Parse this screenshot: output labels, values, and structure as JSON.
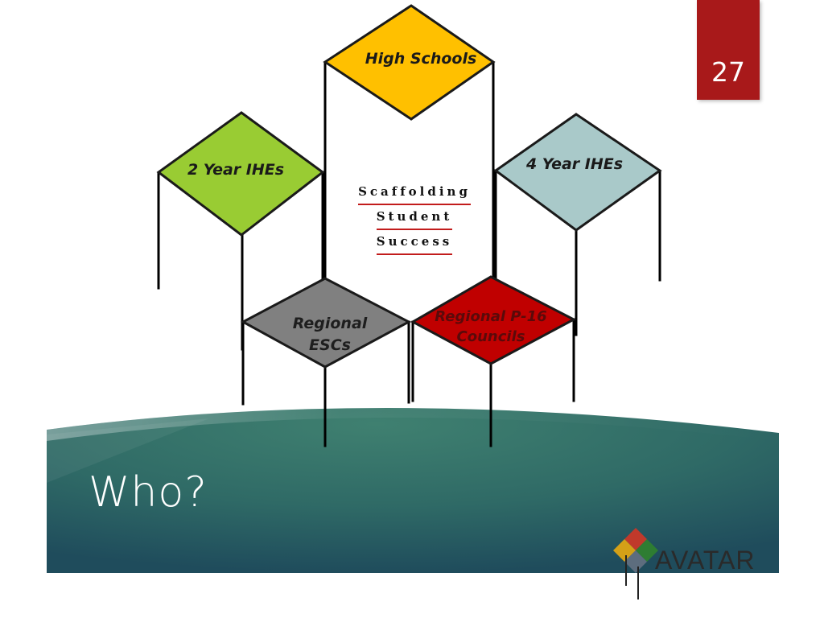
{
  "slide_number": "27",
  "title": "Who?",
  "center_text": [
    "Scaffolding",
    "Student",
    "Success"
  ],
  "diamonds": {
    "high_schools": {
      "label": "High Schools",
      "color": "#ffc000"
    },
    "two_year_ihes": {
      "label": "2 Year IHEs",
      "color": "#99cc33"
    },
    "four_year_ihes": {
      "label": "4 Year IHEs",
      "color": "#a9c9c9"
    },
    "regional_escs": {
      "label": "Regional ESCs",
      "color": "#808080"
    },
    "regional_p16": {
      "label": "Regional P-16 Councils",
      "color": "#c00000"
    }
  },
  "logo": {
    "text": "AVATAR"
  },
  "colors": {
    "accent_red": "#a8191a",
    "band_teal": "#3b7b6d",
    "band_dark": "#204b5b"
  }
}
